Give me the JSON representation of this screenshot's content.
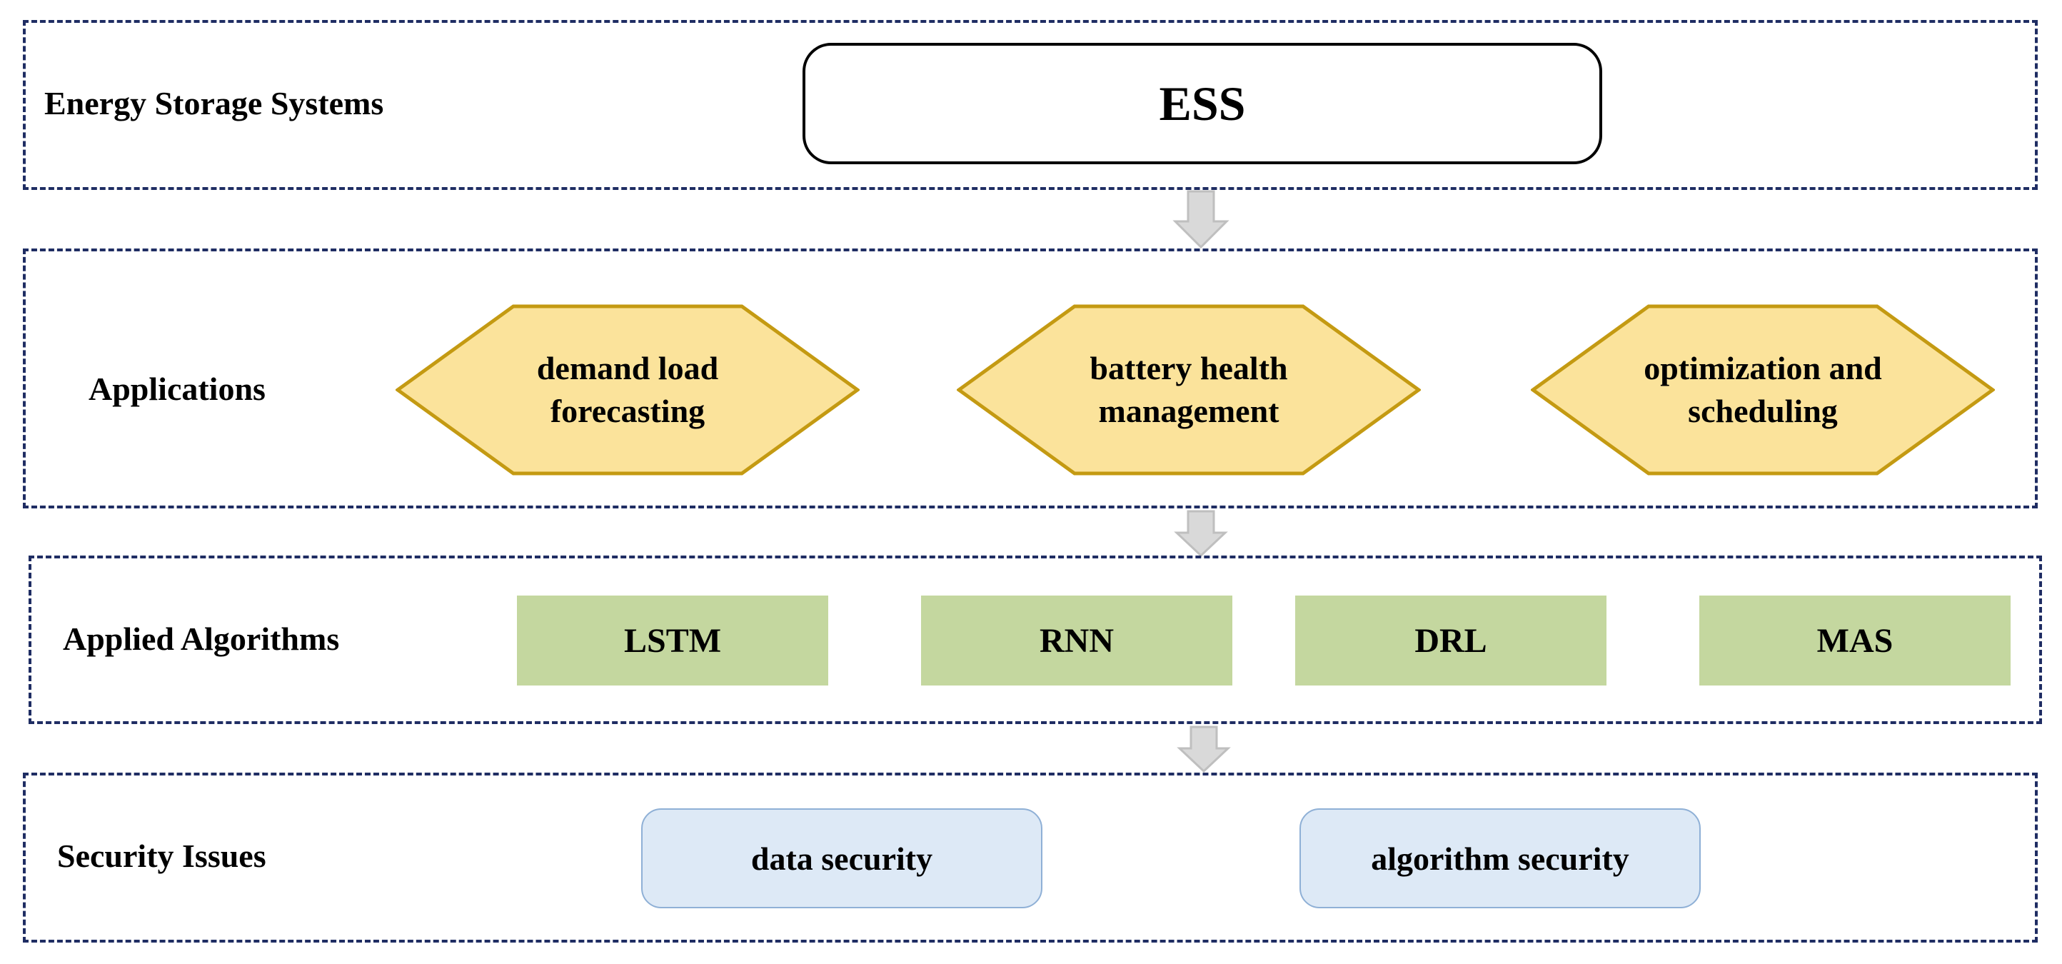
{
  "layers": {
    "ess": {
      "label": "Energy Storage Systems",
      "box_text": "ESS"
    },
    "applications": {
      "label": "Applications",
      "items": [
        {
          "line1": "demand load",
          "line2": "forecasting"
        },
        {
          "line1": "battery health",
          "line2": "management"
        },
        {
          "line1": "optimization and",
          "line2": "scheduling"
        }
      ]
    },
    "algorithms": {
      "label": "Applied Algorithms",
      "items": [
        "LSTM",
        "RNN",
        "DRL",
        "MAS"
      ]
    },
    "security": {
      "label": "Security Issues",
      "items": [
        "data security",
        "algorithm security"
      ]
    }
  },
  "colors": {
    "layer_border": "#1f2d63",
    "hexagon_fill": "#fbe39b",
    "hexagon_stroke": "#c49a12",
    "algorithm_fill": "#c4d79f",
    "security_fill": "#dde9f6",
    "security_stroke": "#8fb0d6",
    "arrow_fill": "#d9d9d9",
    "arrow_stroke": "#bfbfbf"
  }
}
